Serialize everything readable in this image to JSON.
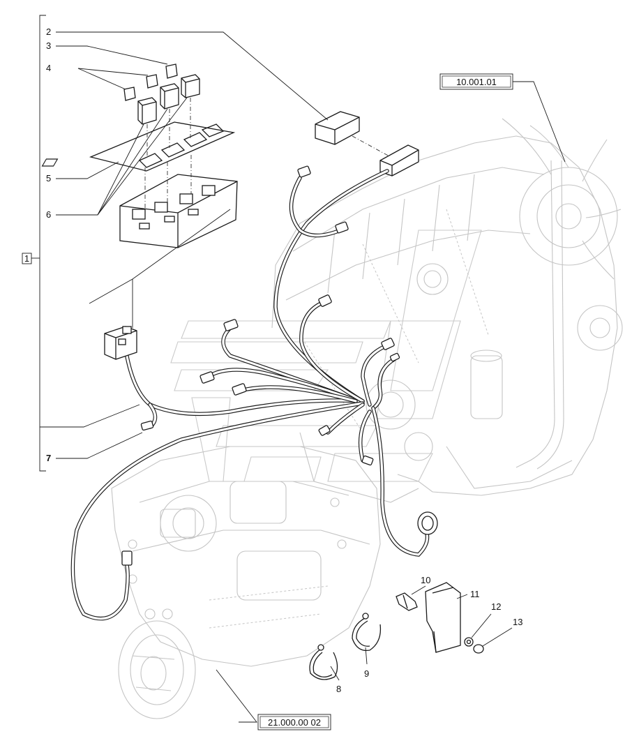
{
  "callouts": [
    {
      "id": "c2",
      "text": "2"
    },
    {
      "id": "c3",
      "text": "3"
    },
    {
      "id": "c4",
      "text": "4"
    },
    {
      "id": "c5",
      "text": "5"
    },
    {
      "id": "c6",
      "text": "6"
    },
    {
      "id": "c7",
      "text": "7"
    },
    {
      "id": "c8",
      "text": "8"
    },
    {
      "id": "c9",
      "text": "9"
    },
    {
      "id": "c10",
      "text": "10"
    },
    {
      "id": "c11",
      "text": "11"
    },
    {
      "id": "c12",
      "text": "12"
    },
    {
      "id": "c13",
      "text": "13"
    }
  ],
  "group_label": "1",
  "references": {
    "engine": "10.001.01",
    "transmission": "21.000.00 02"
  }
}
